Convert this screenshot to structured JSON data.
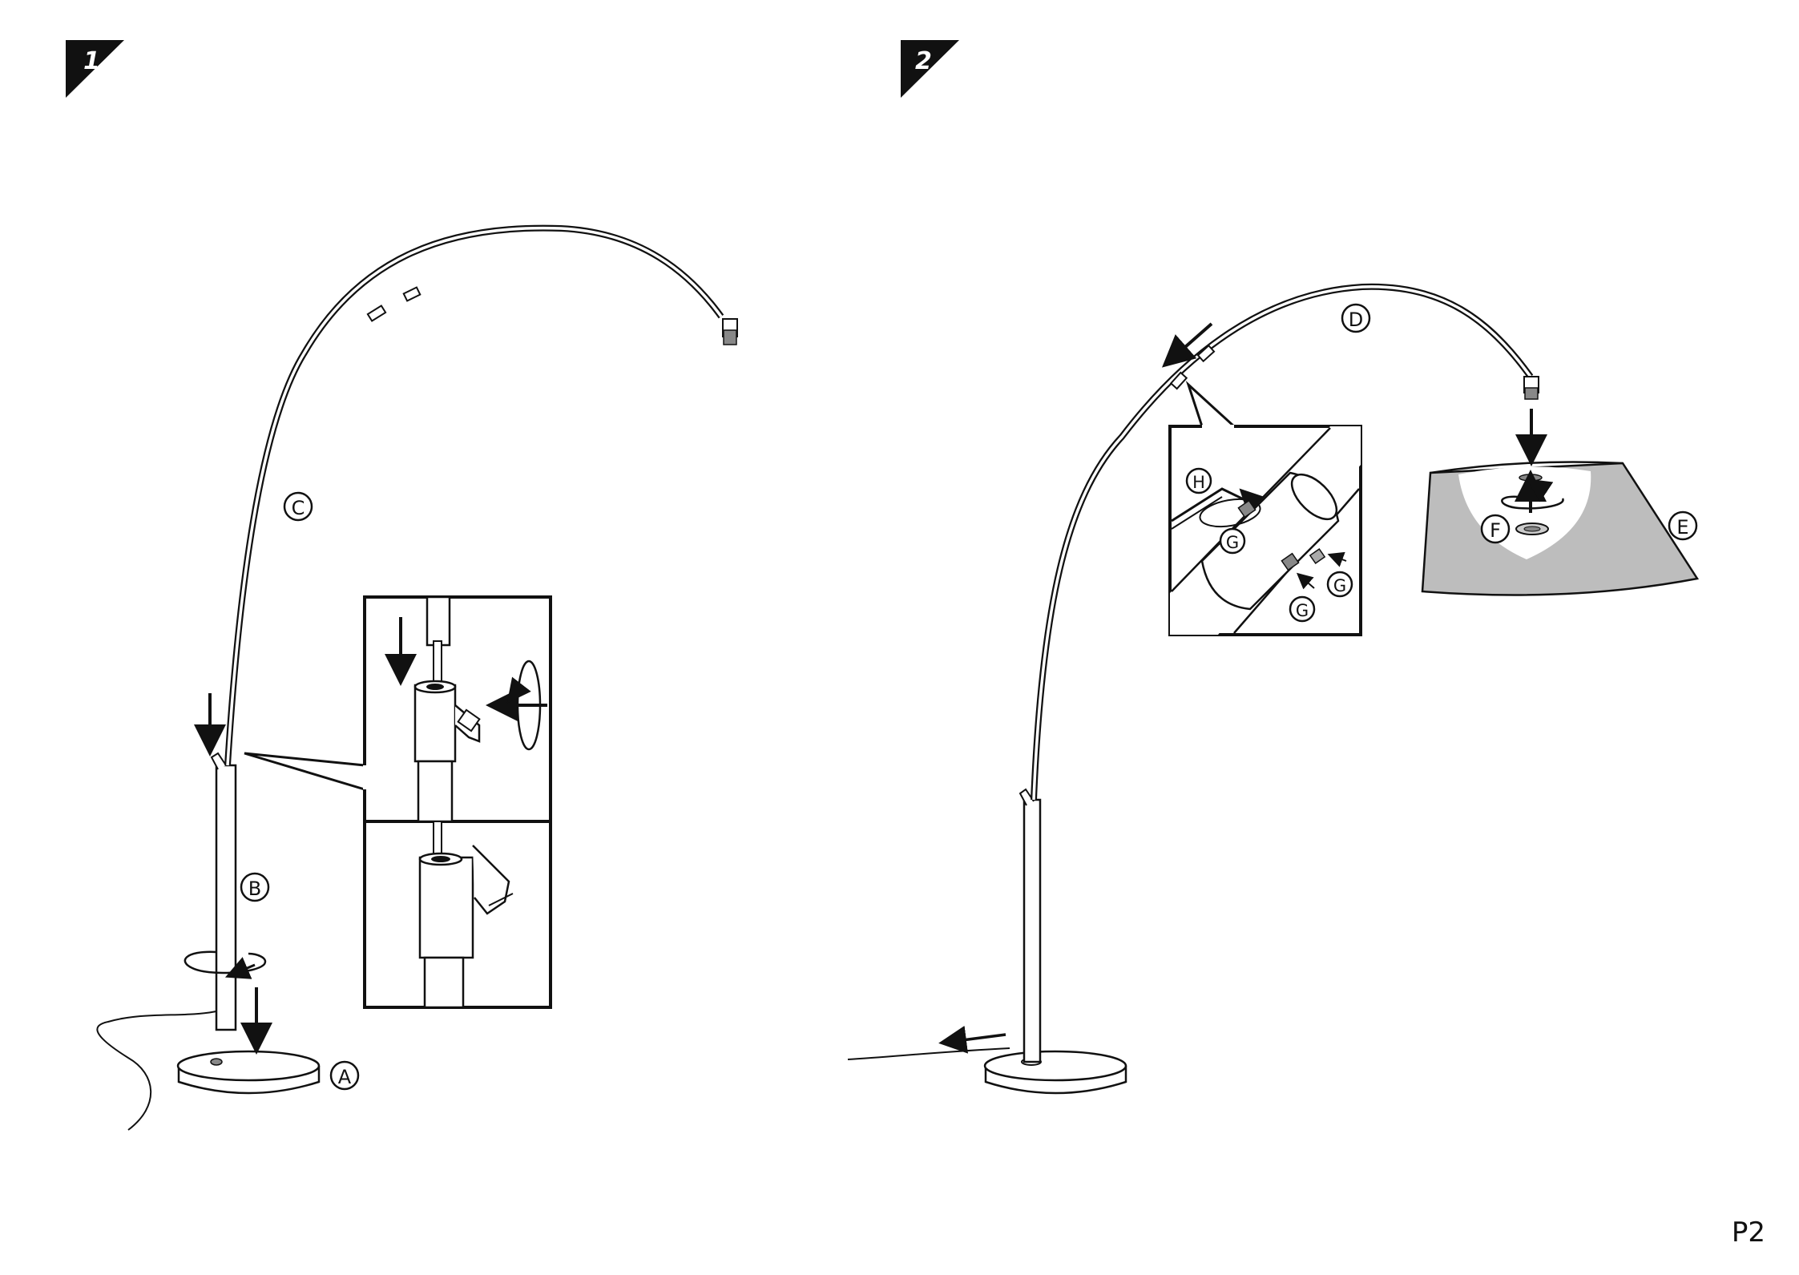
{
  "page": {
    "number": "P2"
  },
  "steps": [
    {
      "number": "1"
    },
    {
      "number": "2"
    }
  ],
  "parts": {
    "base": "A",
    "lower_tube": "B",
    "arc_tube": "C",
    "arc_tube_end": "D",
    "shade": "E",
    "shade_ring": "F",
    "screw": "G",
    "allen_key": "H"
  },
  "colors": {
    "line": "#111111",
    "shade_fill": "#bdbdbd",
    "shade_inner": "#ffffff"
  }
}
